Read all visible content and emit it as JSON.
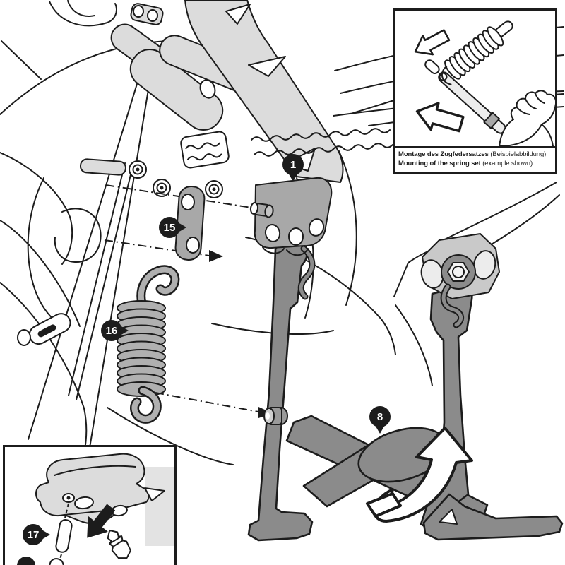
{
  "colors": {
    "ink": "#1c1c1c",
    "paper": "#ffffff",
    "gray-light": "#dcdcdc",
    "gray-mid": "#a8a8a8",
    "gray-dark": "#8b8b8b",
    "gray-coil": "#b0b0b0"
  },
  "callouts": {
    "c1": "1",
    "c8": "8",
    "c15": "15",
    "c16": "16",
    "c17": "17"
  },
  "inset_top_right": {
    "caption_de_bold": "Montage des Zugfedersatzes",
    "caption_de_rest": " (Beispielabbildung)",
    "caption_en_bold": "Mounting of the spring set",
    "caption_en_rest": " (example shown)"
  }
}
